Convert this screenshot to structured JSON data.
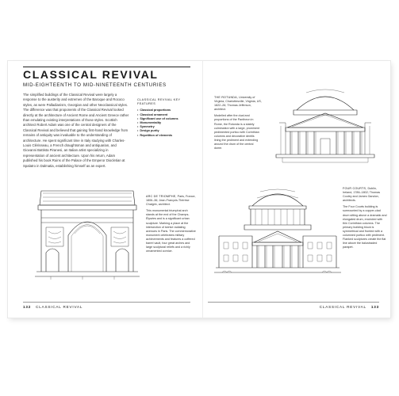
{
  "chapter": {
    "title": "CLASSICAL REVIVAL",
    "subtitle": "Mid-eighteenth to mid-nineteenth centuries",
    "intro": "The simplified buildings of the Classical Revival were largely a response to the austerity and extremes of the Baroque and Rococo styles, as were Palladianism, Georgian and other Neoclassical styles. The difference was that proponents of the Classical Revival looked directly at the architecture of Ancient Rome and Ancient Greece rather than emulating existing interpretations of those styles. Scottish architect Robert Adam was one of the central designers of the Classical Revival and believed that gaining first-hand knowledge from remains of antiquity was invaluable to the understanding of architecture. He spent significant time in Italy studying with Charles-Louis Clérisseau, a French draughtsman and antiquarian, and Giovanni Battista Piranesi, an Italian artist specializing in representation of ancient architecture. Upon his return, Adam published his book Ruins of the Palace of the Emperor Diocletian at Spalatro in Dalmatia, establishing himself as an expert."
  },
  "features": {
    "title": "Classical revival key features",
    "items": [
      "Classical proportions",
      "Classical ornament",
      "Significant use of columns",
      "Monumentality",
      "Symmetry",
      "Design purity",
      "Repetition of elements"
    ]
  },
  "captions": {
    "arc": {
      "title": "Arc de Triomphe,",
      "meta": "Paris, France, 1806–36; Jean-François-Thérèse Chalgrin, architect.",
      "desc": "This monumental triumphal arch stands at the end of the Champs-Élysées and is a significant urban sculpture. Marking a place at the intersection of twelve radiating avenues in Paris. The commemorative monument celebrates military achievements and features a coffered barrel vault, four great arches and large sculptural reliefs and a richly ornamented cornice."
    },
    "rotunda": {
      "title": "The Rotunda,",
      "meta": "University of Virginia, Charlottesville, Virginia, US, 1822–26; Thomas Jefferson, architect.",
      "desc": "Modelled after the dual and proportions of the Pantheon in Rome, the Rotunda is a stately culmination with a large, prominent pedimented portico with Corinthian columns and decorative dentils lining the pediment and extending around the drum of the central dome."
    },
    "four_courts": {
      "title": "Four Courts,",
      "meta": "Dublin, Ireland, 1786–1802; Thomas Cooley and James Gandon, architects.",
      "desc": "The Four Courts building is surmounted by a copper-clad drum sitting above a dramatic and elongated drum, encircled with thin Corinthian columns. The primary building block is symmetrical and fronted with a columned portico with pediment. Flanked sculptures create the flat line above the balustraded parapet."
    }
  },
  "folios": {
    "left": {
      "number": "132",
      "label": "Classical Revival"
    },
    "right": {
      "number": "133",
      "label": "Classical Revival"
    }
  }
}
